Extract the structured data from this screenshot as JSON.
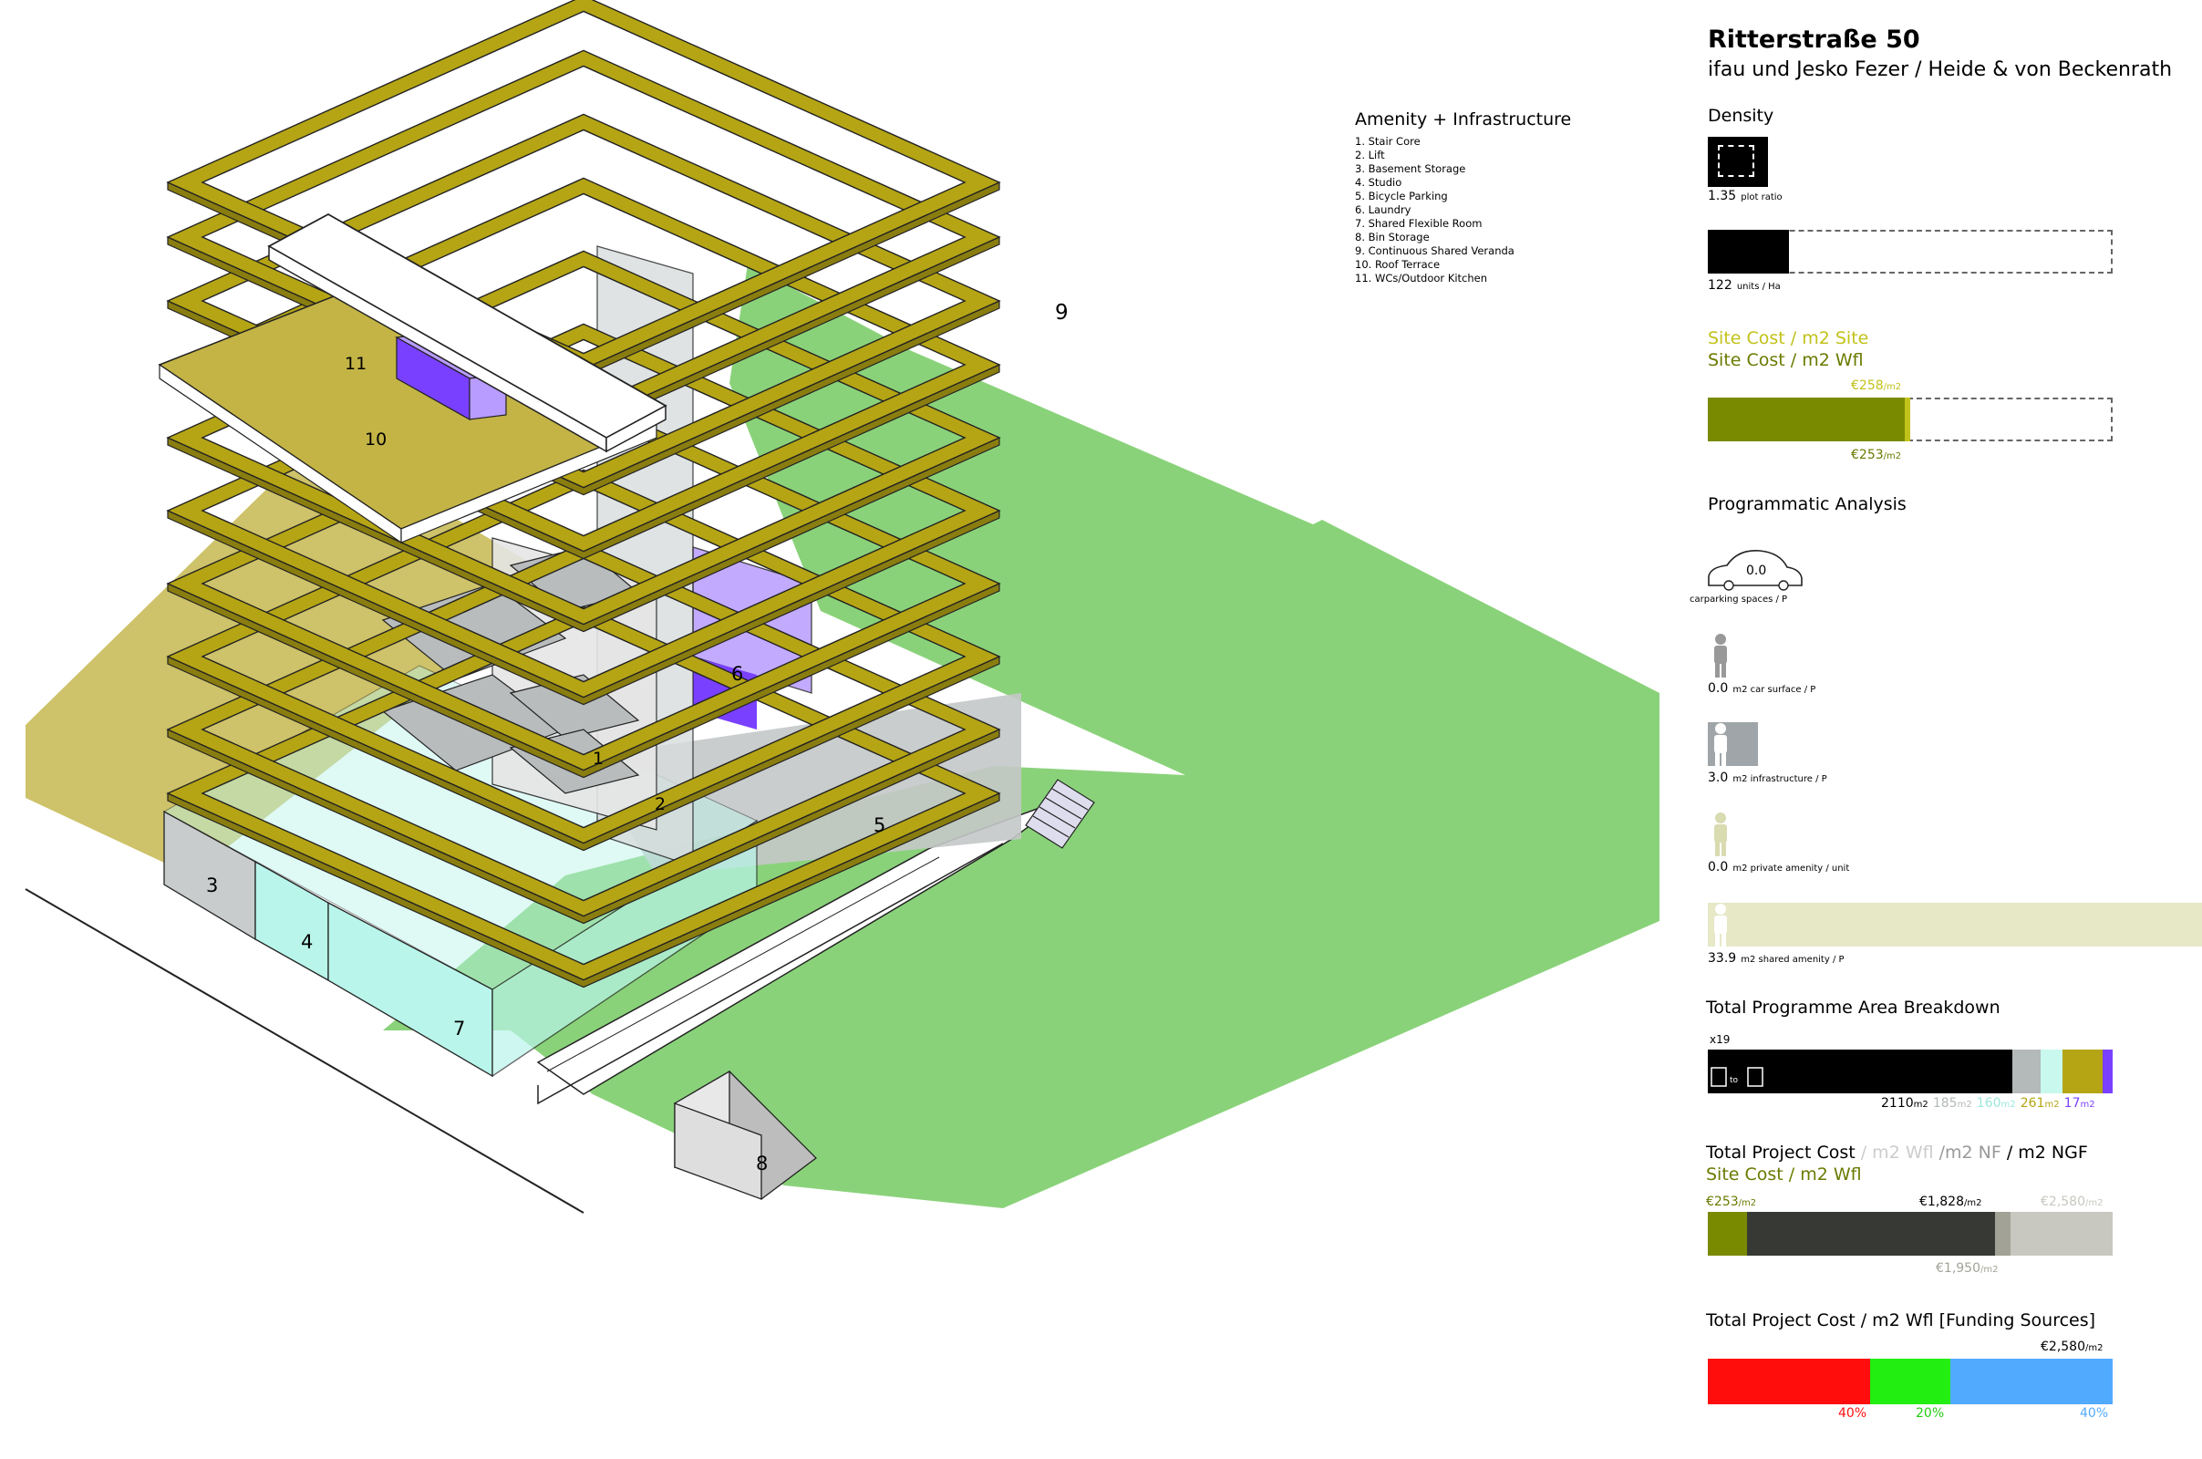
{
  "header": {
    "title": "Ritterstraße 50",
    "subtitle": "ifau und Jesko Fezer / Heide & von Beckenrath"
  },
  "legend": {
    "title": "Amenity + Infrastructure",
    "items": [
      "1. Stair Core",
      "2. Lift",
      "3. Basement Storage",
      "4. Studio",
      "5. Bicycle Parking",
      "6. Laundry",
      "7. Shared Flexible Room",
      "8. Bin Storage",
      "9. Continuous Shared Veranda",
      "10. Roof Terrace",
      "11. WCs/Outdoor Kitchen"
    ]
  },
  "diagram_labels": {
    "l1": "1",
    "l2": "2",
    "l3": "3",
    "l4": "4",
    "l5": "5",
    "l6": "6",
    "l7": "7",
    "l8": "8",
    "l9": "9",
    "l10": "10",
    "l11": "11"
  },
  "density": {
    "heading": "Density",
    "plot_ratio_value": "1.35",
    "plot_ratio_label": "plot ratio",
    "units_value": "122",
    "units_label": "units / Ha",
    "units_fraction": 0.2
  },
  "site_cost": {
    "heading_site": "Site Cost / m2 Site",
    "heading_wfl": "Site Cost / m2 Wfl",
    "site_value": "€258",
    "wfl_value": "€253",
    "unit": "/m2",
    "fraction": 0.5
  },
  "programmatic": {
    "heading": "Programmatic Analysis",
    "car_value": "0.0",
    "car_label": "carparking spaces / P",
    "surface_value": "0.0",
    "surface_label": "m2 car surface / P",
    "infra_value": "3.0",
    "infra_label": "m2 infrastructure / P",
    "private_value": "0.0",
    "private_label": "m2 private amenity / unit",
    "shared_value": "33.9",
    "shared_label": "m2 shared amenity / P"
  },
  "area_breakdown": {
    "heading": "Total Programme Area Breakdown",
    "multiplier": "x19",
    "to_label": "to",
    "seg_housing": "2110",
    "seg_grey": "185",
    "seg_cyan": "160",
    "seg_olive": "261",
    "seg_purple": "17",
    "unit": "m2"
  },
  "project_cost": {
    "heading_a": "Total Project Cost",
    "heading_b": " / m2 Wfl",
    "heading_c": "  /m2 NF",
    "heading_d": " / m2 NGF",
    "heading_site": "Site Cost / m2 Wfl",
    "site_value": "€253",
    "ngf_value": "€1,828",
    "wfl_value": "€2,580",
    "nf_value": "€1,950",
    "unit": "/m2"
  },
  "funding": {
    "heading": "Total Project Cost / m2 Wfl [Funding Sources]",
    "total_value": "€2,580",
    "unit": "/m2",
    "p_red": "40%",
    "p_green": "20%",
    "p_blue": "40%",
    "fractions": [
      0.4,
      0.2,
      0.4
    ]
  },
  "colors": {
    "olive": "#b5a515",
    "olive_dark": "#7a8a00",
    "green": "#8ad27a",
    "cyan": "#b9f5ea",
    "purple": "#7a40ff",
    "light_purple": "#b89cff",
    "grey": "#b4b9b9",
    "red": "#ff0d0d",
    "bright_green": "#22ee11",
    "blue": "#52aaff",
    "pale": "#e6e8c6",
    "dark_cost": "#373a34"
  }
}
